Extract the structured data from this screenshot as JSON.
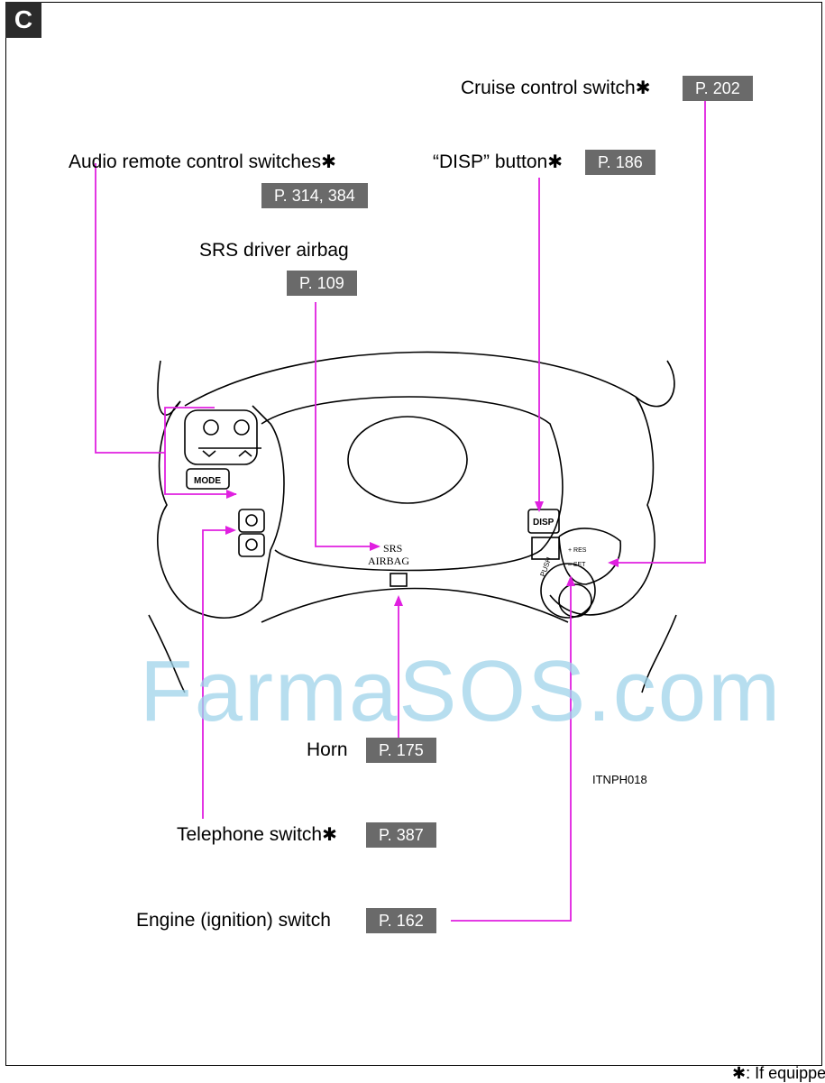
{
  "section_tab": "C",
  "callouts": {
    "cruise": {
      "label": "Cruise control switch",
      "star": "✱",
      "ref": "P. 202"
    },
    "audio": {
      "label": "Audio remote control switches",
      "star": "✱",
      "ref": "P. 314, 384"
    },
    "disp": {
      "label": "“DISP” button",
      "star": "✱",
      "ref": "P. 186"
    },
    "airbag": {
      "label": "SRS driver airbag",
      "ref": "P. 109"
    },
    "horn": {
      "label": "Horn",
      "ref": "P. 175"
    },
    "telephone": {
      "label": "Telephone switch",
      "star": "✱",
      "ref": "P. 387"
    },
    "engine": {
      "label": "Engine (ignition) switch",
      "ref": "P. 162"
    }
  },
  "wheel_text": {
    "mode": "MODE",
    "disp": "DISP",
    "srs": "SRS",
    "airbag": "AIRBAG",
    "push": "PUSH",
    "res": "+ RES",
    "set": "– SET"
  },
  "image_id": "ITNPH018",
  "watermark": "FarmaSOS.com",
  "footnote": "✱: If equipped",
  "colors": {
    "leader": "#e020e0",
    "ref_bg": "#6a6a6a",
    "tab_bg": "#2b2b2b"
  }
}
